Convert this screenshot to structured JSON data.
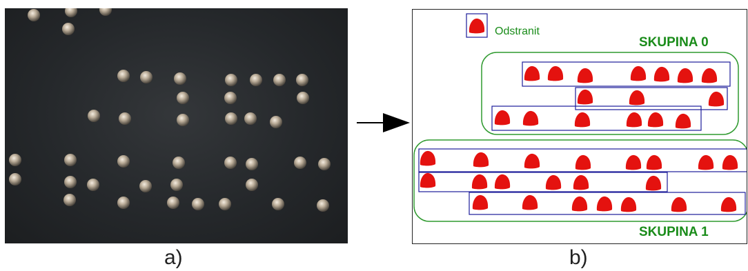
{
  "panel_a_label": "a)",
  "panel_b_label": "b)",
  "remove_label": "Odstranit",
  "groups": [
    {
      "label": "SKUPINA 0"
    },
    {
      "label": "SKUPINA 1"
    }
  ],
  "colors": {
    "dot": "#e4120f",
    "row_box": "#1c1c9a",
    "group_outline": "#2f9a2f",
    "label_text": "#1a8c1a",
    "photo_background": "#2a2d30"
  },
  "icons": {
    "arrow": "right-arrow-icon"
  }
}
